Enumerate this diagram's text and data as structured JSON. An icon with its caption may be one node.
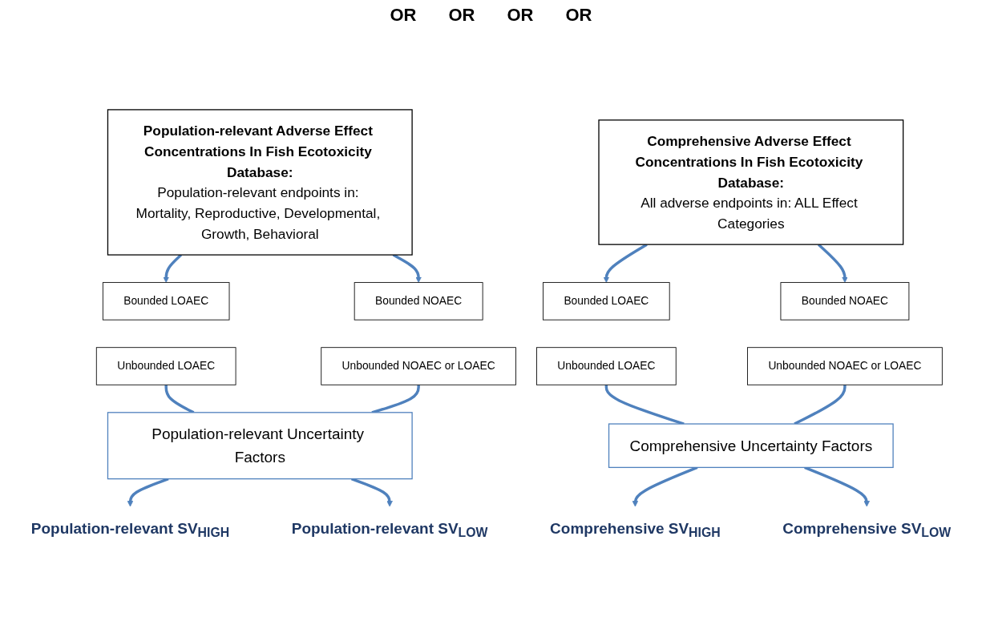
{
  "diagram": {
    "nodes": [
      {
        "text": [
          "Population-relevant Adverse Effect Concentrations In Fish Ecotoxicity Database:",
          "Population-relevant endpoints in: Mortality, Reproductive, Developmental, Growth, Behavioral"
        ]
      },
      {
        "text": [
          "Comprehensive Adverse Effect Concentrations In Fish Ecotoxicity Database:",
          "All adverse endpoints in: ALL Effect Categories"
        ]
      },
      {
        "text": [
          "Bounded LOAEC"
        ]
      },
      {
        "text": [
          "Bounded NOAEC"
        ]
      },
      {
        "text": [
          "Bounded LOAEC"
        ]
      },
      {
        "text": [
          "Bounded NOAEC"
        ]
      },
      {
        "text": [
          "Unbounded LOAEC"
        ]
      },
      {
        "text": [
          "Unbounded NOAEC or LOAEC"
        ]
      },
      {
        "text": [
          "Unbounded LOAEC"
        ]
      },
      {
        "text": [
          "Unbounded NOAEC or LOAEC"
        ]
      },
      {
        "text": [
          "Population-relevant Uncertainty Factors"
        ]
      },
      {
        "text": [
          "Comprehensive Uncertainty Factors"
        ]
      },
      {
        "text": [
          "Population-relevant SV$_{HIGH}$"
        ]
      },
      {
        "text": [
          "Population-relevant SV$_{LOW}$"
        ]
      },
      {
        "text": [
          "Comprehensive SV$_{HIGH}$"
        ]
      },
      {
        "text": [
          "Comprehensive SV$_{LOW}$"
        ]
      }
    ],
    "edges": [
      {
        "from": 0,
        "to": 2,
        "arrow": "to"
      },
      {
        "from": 0,
        "to": 3,
        "arrow": "to"
      },
      {
        "from": 1,
        "to": 4,
        "arrow": "to"
      },
      {
        "from": 1,
        "to": 5,
        "arrow": "to"
      },
      {
        "from": 6,
        "to": 10,
        "arrow": "none"
      },
      {
        "from": 7,
        "to": 10,
        "arrow": "none"
      },
      {
        "from": 8,
        "to": 11,
        "arrow": "none"
      },
      {
        "from": 9,
        "to": 11,
        "arrow": "none"
      },
      {
        "from": 10,
        "to": 12,
        "arrow": "to"
      },
      {
        "from": 10,
        "to": 13,
        "arrow": "to"
      },
      {
        "from": 11,
        "to": 14,
        "arrow": "to"
      },
      {
        "from": 11,
        "to": 15,
        "arrow": "to"
      }
    ],
    "labels": [
      "OR",
      "OR",
      "OR",
      "OR"
    ]
  }
}
